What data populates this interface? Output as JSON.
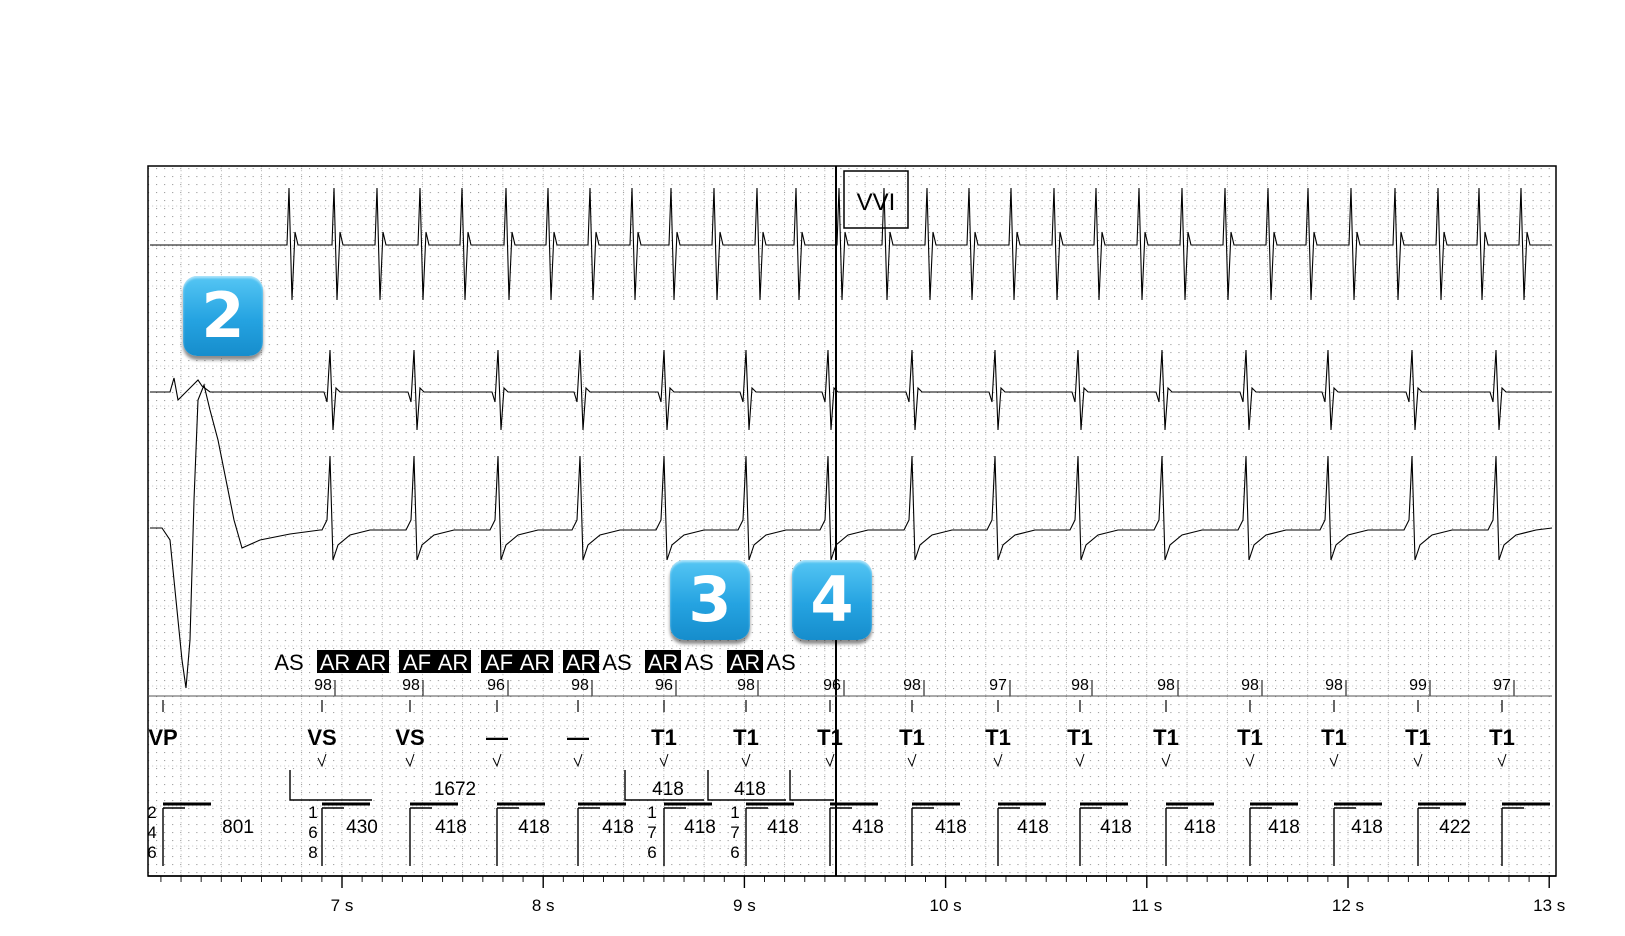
{
  "badges": {
    "b2": "2",
    "b3": "3",
    "b4": "4"
  },
  "mode_box": "VVI",
  "colors": {
    "ink": "#000000",
    "grid": "#8c8c8c",
    "badge": "#25a3e1"
  },
  "time_axis": {
    "ticks": [
      "7 s",
      "8 s",
      "9 s",
      "10 s",
      "11 s",
      "12 s",
      "13 s"
    ]
  },
  "atrial_markers": {
    "items": [
      {
        "text": "AS",
        "boxed": false
      },
      {
        "text": "AR",
        "boxed": true
      },
      {
        "text": "AR",
        "boxed": true
      },
      {
        "text": "AF",
        "boxed": true
      },
      {
        "text": "AR",
        "boxed": true
      },
      {
        "text": "AF",
        "boxed": true
      },
      {
        "text": "AR",
        "boxed": true
      },
      {
        "text": "AR",
        "boxed": true
      },
      {
        "text": "AS",
        "boxed": false
      },
      {
        "text": "AR",
        "boxed": true
      },
      {
        "text": "AS",
        "boxed": false
      },
      {
        "text": "AR",
        "boxed": true
      },
      {
        "text": "AS",
        "boxed": false
      }
    ]
  },
  "interval_values": [
    "98",
    "98",
    "96",
    "98",
    "96",
    "98",
    "96",
    "98",
    "97",
    "98",
    "98",
    "98",
    "98",
    "99",
    "97"
  ],
  "ventricular_markers": [
    "VP",
    "VS",
    "VS",
    "—",
    "—",
    "T1",
    "T1",
    "T1",
    "T1",
    "T1",
    "T1",
    "T1",
    "T1",
    "T1",
    "T1",
    "T1"
  ],
  "mid_intervals": [
    "1672",
    "418",
    "418"
  ],
  "vv_intervals": [
    "801",
    "430",
    "418",
    "418",
    "418",
    "418",
    "418",
    "418",
    "418",
    "418",
    "418",
    "418",
    "418",
    "418",
    "422"
  ],
  "digit_stacks": [
    [
      "2",
      "4",
      "6"
    ],
    [
      "1",
      "6",
      "8"
    ],
    [
      "1",
      "7",
      "6"
    ],
    [
      "1",
      "7",
      "6"
    ]
  ]
}
